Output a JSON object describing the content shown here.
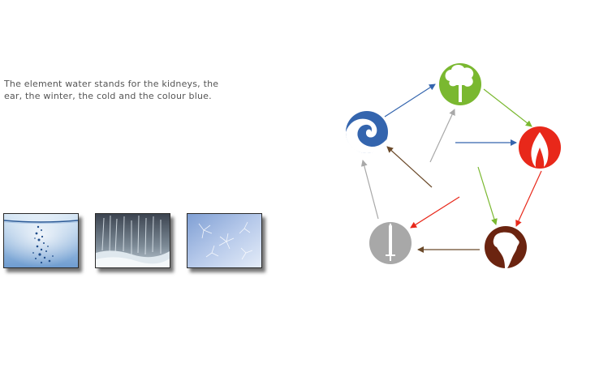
{
  "description": "The element water stands for the kidneys, the ear, the winter, the cold and the colour blue.",
  "photos": [
    {
      "name": "water-splash-photo"
    },
    {
      "name": "waterfall-photo"
    },
    {
      "name": "frost-crystals-photo"
    }
  ],
  "elements": [
    {
      "id": "wood",
      "icon": "tree-icon",
      "color": "#7ab830"
    },
    {
      "id": "fire",
      "icon": "flame-icon",
      "color": "#e8281a"
    },
    {
      "id": "earth",
      "icon": "africa-map-icon",
      "color": "#6b2410"
    },
    {
      "id": "metal",
      "icon": "sword-icon",
      "color": "#a8a8a8"
    },
    {
      "id": "water",
      "icon": "wave-icon",
      "color": "#3465ae"
    }
  ],
  "arrows": [
    {
      "from": "water",
      "to": "wood",
      "color": "#3465ae"
    },
    {
      "from": "wood",
      "to": "fire",
      "color": "#7ab830"
    },
    {
      "from": "fire",
      "to": "earth",
      "color": "#e8281a"
    },
    {
      "from": "earth",
      "to": "metal",
      "color": "#6b4a2a"
    },
    {
      "from": "metal",
      "to": "water",
      "color": "#a8a8a8"
    },
    {
      "from": "water",
      "to": "fire",
      "color": "#3465ae"
    },
    {
      "from": "wood",
      "to": "earth",
      "color": "#7ab830"
    },
    {
      "from": "fire",
      "to": "metal",
      "color": "#e8281a"
    },
    {
      "from": "earth",
      "to": "water",
      "color": "#6b4a2a"
    },
    {
      "from": "metal",
      "to": "wood",
      "color": "#a8a8a8"
    }
  ]
}
